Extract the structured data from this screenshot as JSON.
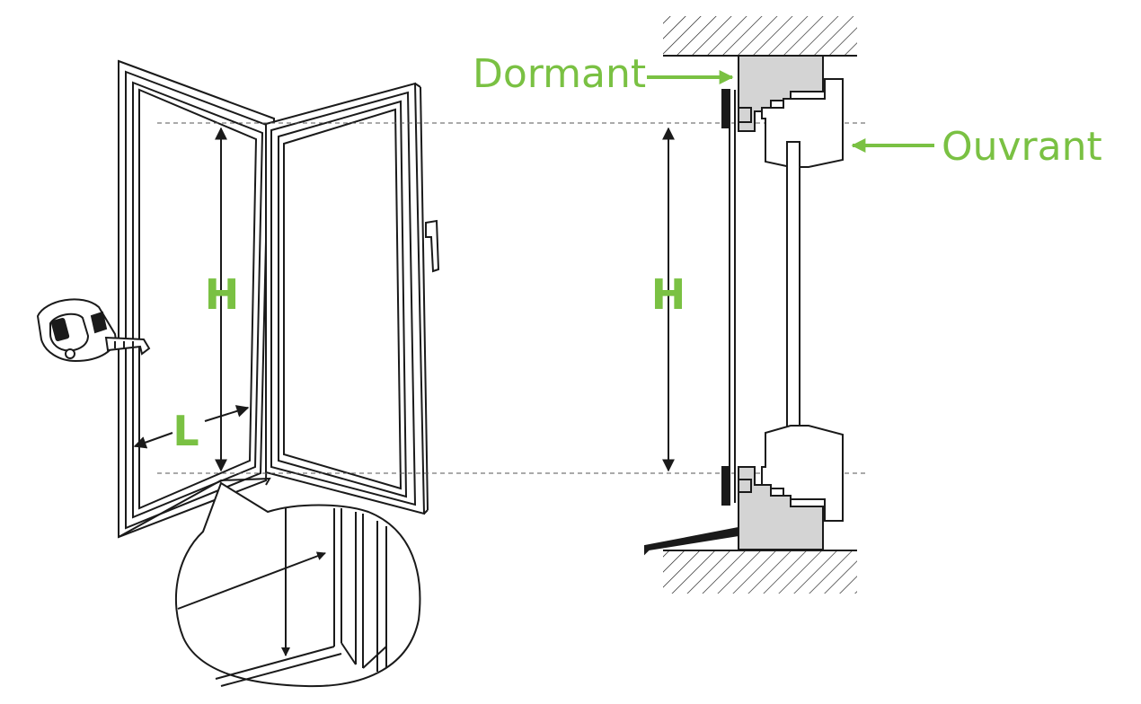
{
  "labels": {
    "dormant": "Dormant",
    "ouvrant": "Ouvrant",
    "height_left": "H",
    "height_right": "H",
    "width": "L"
  },
  "colors": {
    "accent": "#7ac143",
    "line": "#1a1a1a",
    "profile_fill": "#d4d4d4",
    "background": "#ffffff"
  },
  "icons": {
    "measuring_tape": "tape-measure-icon"
  }
}
